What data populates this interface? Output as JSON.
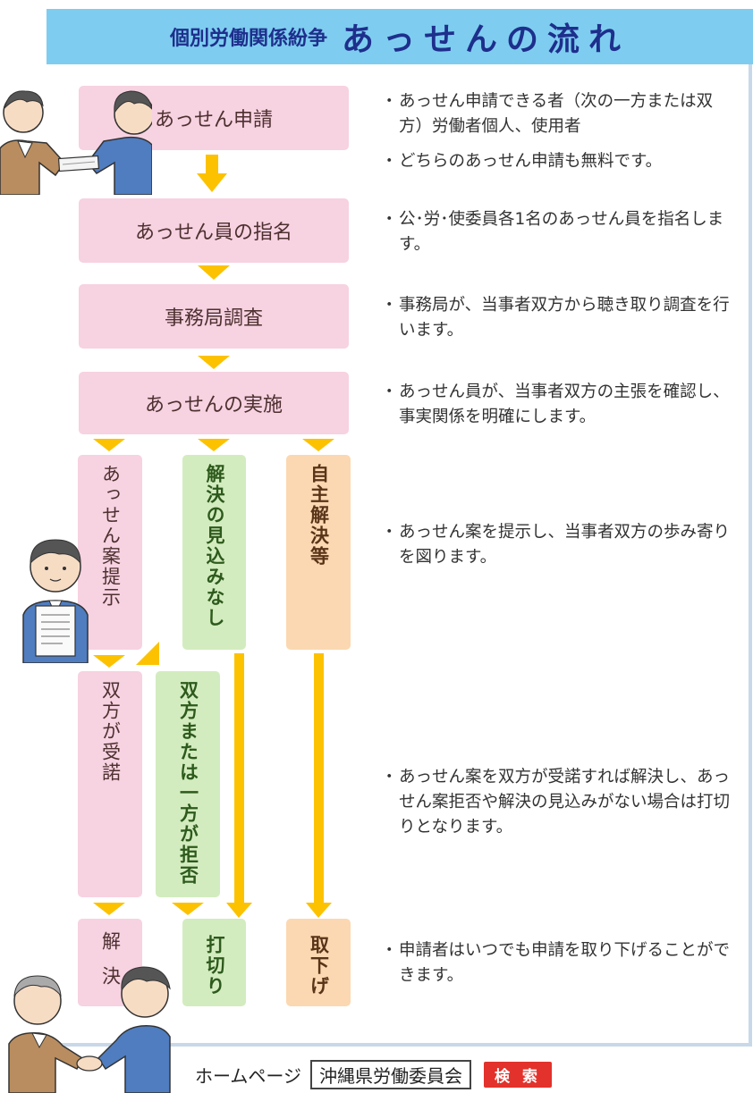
{
  "header": {
    "subtitle": "個別労働関係紛争",
    "title": "あっせんの流れ"
  },
  "steps": [
    {
      "label": "あっせん申請"
    },
    {
      "label": "あっせん員の指名"
    },
    {
      "label": "事務局調査"
    },
    {
      "label": "あっせんの実施"
    }
  ],
  "branches": [
    {
      "label": "あっせん案提示"
    },
    {
      "label": "解決の見込みなし"
    },
    {
      "label": "自主解決等"
    }
  ],
  "responses": [
    {
      "label": "双方が受諾"
    },
    {
      "label": "双方または一方が拒否"
    }
  ],
  "outcomes": [
    {
      "label": "解決"
    },
    {
      "label": "打切り"
    },
    {
      "label": "取下げ"
    }
  ],
  "descriptions": {
    "step1_line1": "あっせん申請できる者（次の一方または双方）労働者個人、使用者",
    "step1_line2": "どちらのあっせん申請も無料です。",
    "step2": "公･労･使委員各1名のあっせん員を指名します。",
    "step3": "事務局が、当事者双方から聴き取り調査を行います。",
    "step4": "あっせん員が、当事者双方の主張を確認し、事実関係を明確にします。",
    "branch": "あっせん案を提示し、当事者双方の歩み寄りを図ります。",
    "response": "あっせん案を双方が受諾すれば解決し、あっせん案拒否や解決の見込みがない場合は打切りとなります。",
    "withdraw": "申請者はいつでも申請を取り下げることができます。"
  },
  "footer": {
    "homepage_label": "ホームページ",
    "search_term": "沖縄県労働委員会",
    "search_button": "検 索"
  },
  "colors": {
    "banner": "#7ecdf0",
    "pink": "#f7d2e1",
    "green": "#d3ecbf",
    "orange": "#fbd8b1",
    "arrow": "#fcc200",
    "search_button": "#e2322b"
  },
  "illustrations": [
    "people-handing-document-illustration",
    "person-holding-document-illustration",
    "people-handshake-illustration"
  ]
}
